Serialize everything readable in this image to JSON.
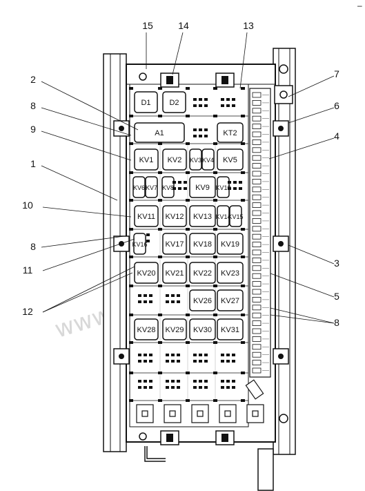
{
  "corner_mark": "–",
  "callouts": [
    "15",
    "14",
    "13",
    "2",
    "8",
    "9",
    "1",
    "10",
    "8",
    "11",
    "12",
    "7",
    "6",
    "4",
    "3",
    "5",
    "8"
  ],
  "watermark": "www.sinmron-too.kz",
  "components": {
    "row1": [
      "D1",
      "D2"
    ],
    "row2": [
      "A1",
      "KT2"
    ],
    "row3": [
      "KV1",
      "KV2",
      "KV3",
      "KV4",
      "KV5"
    ],
    "row4": [
      "KV6",
      "KV7",
      "KV8",
      "KV9",
      "KV10"
    ],
    "row5": [
      "KV11",
      "KV12",
      "KV13",
      "KV14",
      "KV15"
    ],
    "row6": [
      "KV16",
      "KV17",
      "KV18",
      "KV19"
    ],
    "row7": [
      "KV20",
      "KV21",
      "KV22",
      "KV23"
    ],
    "row8": [
      "KV26",
      "KV27"
    ],
    "row9": [
      "KV28",
      "KV29",
      "KV30",
      "KV31"
    ]
  }
}
